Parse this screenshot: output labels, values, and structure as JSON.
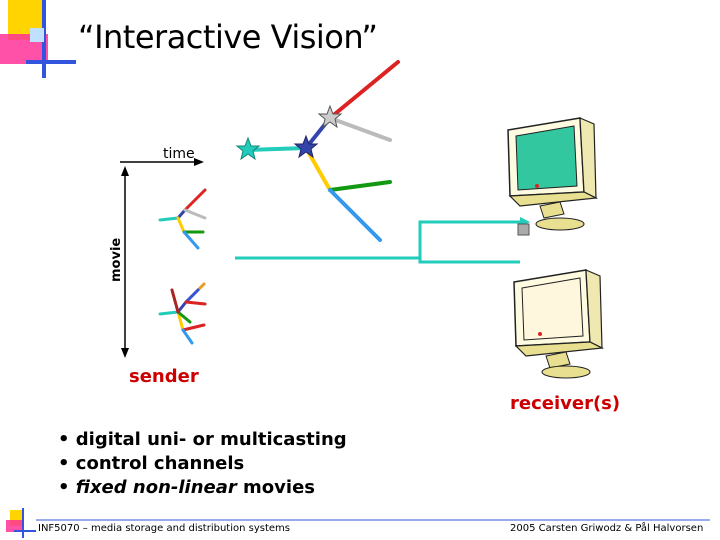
{
  "slide": {
    "title": "“Interactive Vision”"
  },
  "diagram": {
    "time_label": "time",
    "movie_label": "movie",
    "sender_label": "sender",
    "receiver_label": "receiver(s)"
  },
  "bullets": {
    "item1": "digital uni- or multicasting",
    "item2": "control channels",
    "item3_italic": "fixed non-linear",
    "item3_rest": " movies"
  },
  "footer": {
    "left": "INF5070 – media storage and distribution systems",
    "right": "2005  Carsten Griwodz & Pål Halvorsen"
  },
  "colors": {
    "accent_yellow": "#ffd400",
    "accent_magenta": "#ff3399",
    "accent_blue": "#3355dd",
    "link_cyan": "#22ccbb",
    "red_label": "#cc0000"
  }
}
